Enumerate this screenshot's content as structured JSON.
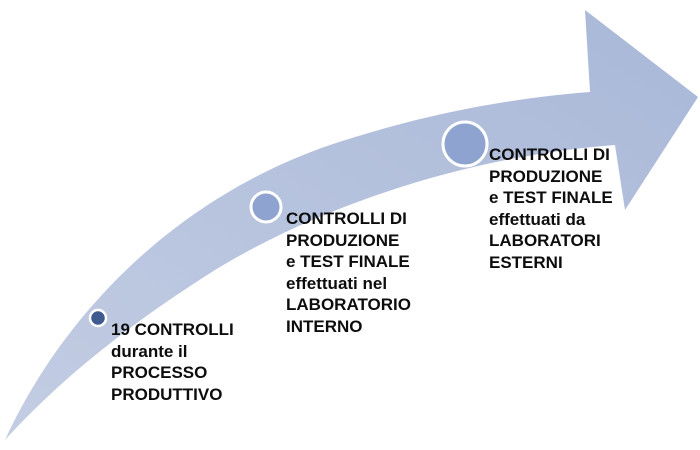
{
  "steps": [
    {
      "lines": [
        "19 CONTROLLI",
        "durante il",
        "PROCESSO",
        "PRODUTTIVO"
      ]
    },
    {
      "lines": [
        "CONTROLLI DI",
        "PRODUZIONE",
        "e TEST FINALE",
        "effettuati nel",
        "LABORATORIO",
        "INTERNO"
      ]
    },
    {
      "lines": [
        "CONTROLLI DI",
        "PRODUZIONE",
        "e TEST FINALE",
        "effettuati da",
        "LABORATORI",
        "ESTERNI"
      ]
    }
  ],
  "colors": {
    "arrow_fill_start": "#c3cde3",
    "arrow_fill_end": "#a9b8d8",
    "marker_small_fill": "#3e5a8e",
    "marker_fill": "#8ea3cf",
    "marker_stroke": "#ffffff",
    "text": "#0d0d0d"
  }
}
